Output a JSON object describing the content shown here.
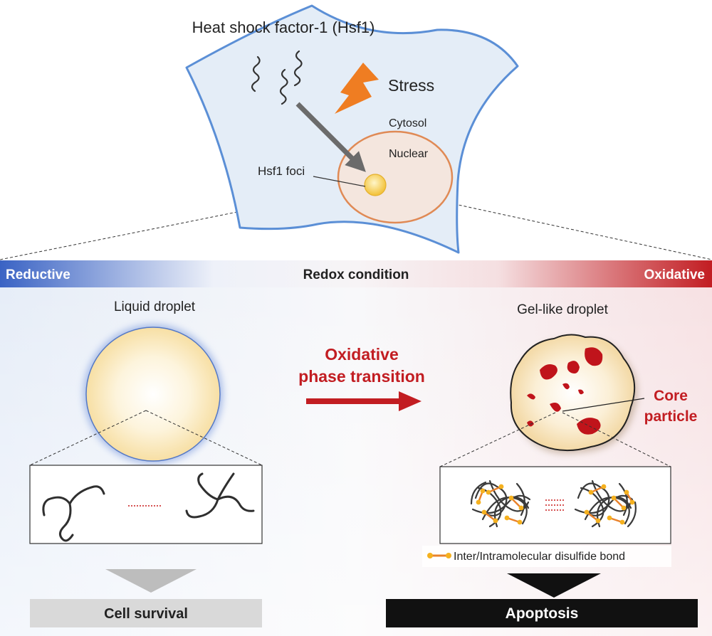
{
  "cell": {
    "title": "Heat shock factor-1 (Hsf1)",
    "stress_label": "Stress",
    "cytosol_label": "Cytosol",
    "nuclear_label": "Nuclear",
    "foci_label": "Hsf1 foci"
  },
  "redox_bar": {
    "left_label": "Reductive",
    "center_label": "Redox condition",
    "right_label": "Oxidative"
  },
  "left_panel": {
    "title": "Liquid droplet",
    "outcome": "Cell survival"
  },
  "middle": {
    "transition_line1": "Oxidative",
    "transition_line2": "phase transition"
  },
  "right_panel": {
    "title": "Gel-like droplet",
    "core_label_line1": "Core",
    "core_label_line2": "particle",
    "legend_label": "Inter/Intramolecular disulfide bond",
    "outcome": "Apoptosis"
  },
  "colors": {
    "reductive": "#3a63c4",
    "oxidative": "#c91a1a",
    "cell_fill": "#e6eef7",
    "cell_stroke": "#5b8fd6",
    "nucleus_stroke": "#e08a55",
    "stress_bolt": "#ef7d22",
    "disulfide": "#f2a51a"
  }
}
